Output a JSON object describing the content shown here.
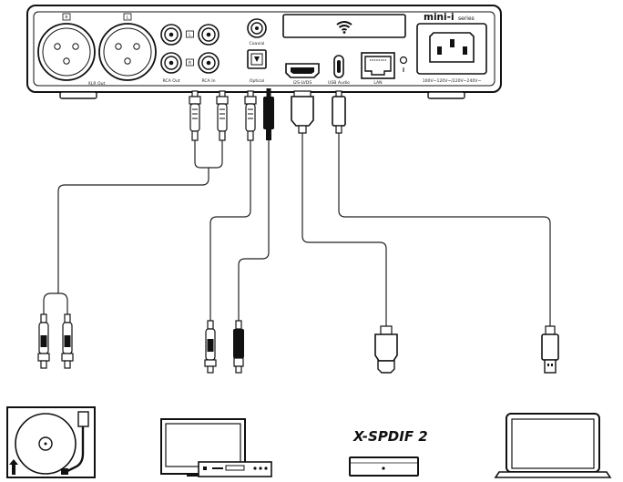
{
  "device": {
    "brand_name": "mini-i",
    "brand_suffix": "series",
    "xlr_right_mark": "R",
    "xlr_left_mark": "L",
    "rca_left_mark": "L",
    "rca_right_mark": "R",
    "port_labels": {
      "xlr_out": "XLR Out",
      "rca_out": "RCA Out",
      "rca_in": "RCA In",
      "coaxial": "Coaxial",
      "optical": "Optical",
      "i2s": "I2S-LVDS",
      "usb_audio": "USB Audio",
      "lan": "LAN",
      "power": "100V~120V~/220V~240V~"
    }
  },
  "sources": {
    "bridge_label": "X-SPDIF 2"
  }
}
